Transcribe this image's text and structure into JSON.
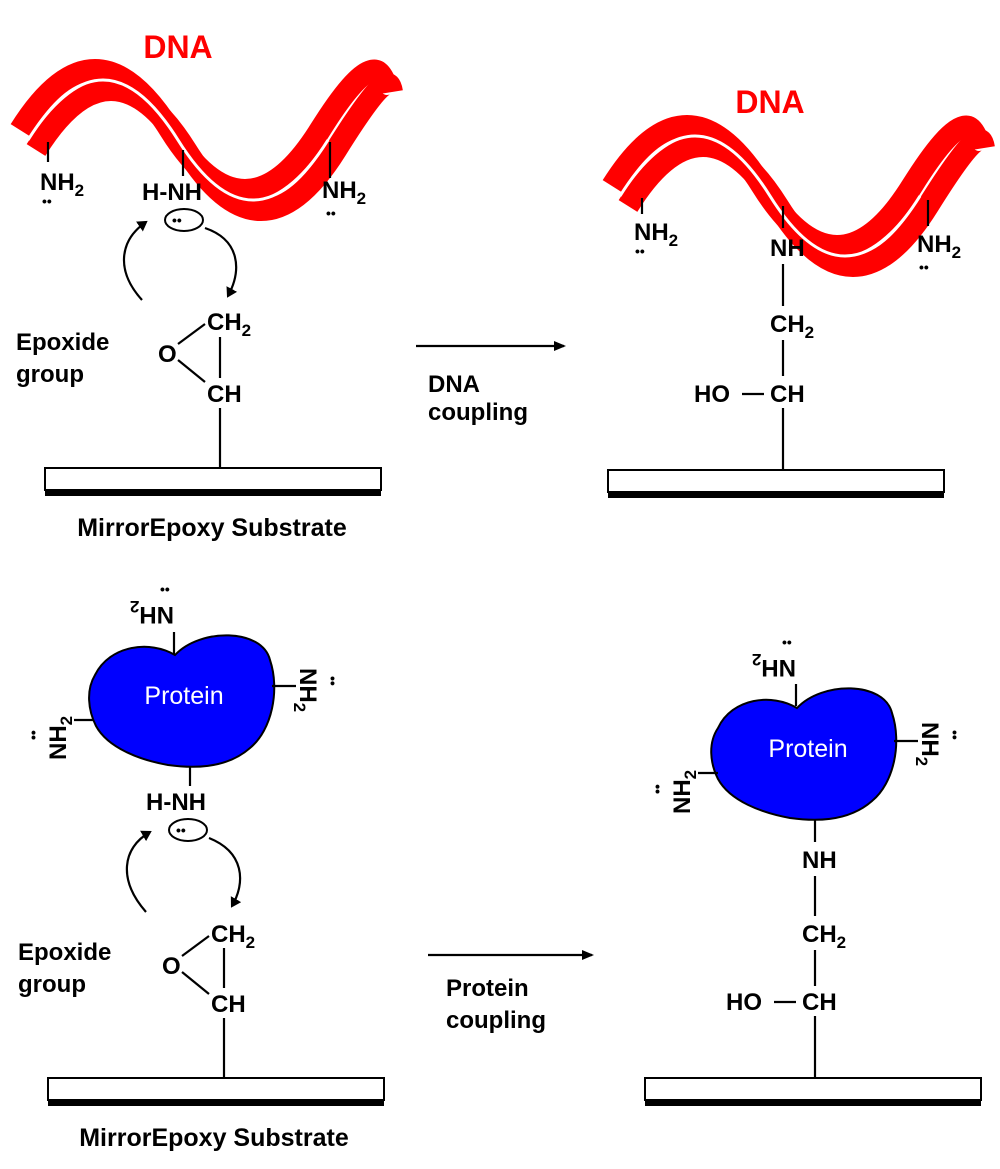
{
  "colors": {
    "dna_strand": "#ff0000",
    "dna_label": "#ff0000",
    "protein_fill": "#0000ff",
    "protein_label": "#ffffff",
    "text": "#000000",
    "substrate_fill": "#ffffff",
    "substrate_edge": "#000000"
  },
  "labels": {
    "dna": "DNA",
    "protein": "Protein",
    "nh2_main": "NH",
    "nh2_sub": "2",
    "nh": "NH",
    "hnh": "H-NH",
    "ch2_main": "CH",
    "ch2_sub": "2",
    "ch": "CH",
    "ho": "HO",
    "o": "O",
    "lone_pair": "••",
    "epoxide_line1": "Epoxide",
    "epoxide_line2": "group",
    "dna_coupling_line1": "DNA",
    "dna_coupling_line2": "coupling",
    "protein_coupling_line1": "Protein",
    "protein_coupling_line2": "coupling",
    "substrate": "MirrorEpoxy Substrate"
  }
}
